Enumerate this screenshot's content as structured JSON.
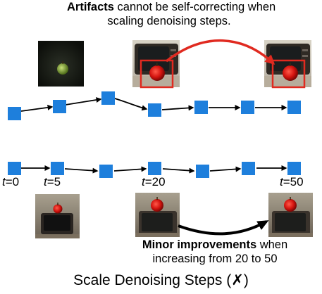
{
  "top_note": {
    "bold": "Artifacts",
    "rest_line1": " cannot be self-correcting when",
    "line2": "scaling denoising steps."
  },
  "bottom_note": {
    "bold": "Minor improvements",
    "rest_line1": " when",
    "line2": "increasing from 20 to 50"
  },
  "caption": "Scale Denoising Steps (✗)",
  "timestep_labels": [
    {
      "var": "t",
      "value": "=0"
    },
    {
      "var": "t",
      "value": "=5"
    },
    {
      "var": "t",
      "value": "=20"
    },
    {
      "var": "t",
      "value": "=50"
    }
  ],
  "images": {
    "top_small_apple": "dark scene with small green apple",
    "top_tv_apple_mid": "red apple on retro TV with artifact box",
    "top_tv_apple_final": "red apple on retro TV with artifact box",
    "bottom_tv_apple_1": "small red apple on retro TV",
    "bottom_tv_apple_2": "red apple on retro TV",
    "bottom_tv_apple_3": "red apple on retro TV"
  },
  "colors": {
    "node": "#1e7fdc",
    "artifact_box": "#e02a20",
    "arrow": "#000000"
  }
}
